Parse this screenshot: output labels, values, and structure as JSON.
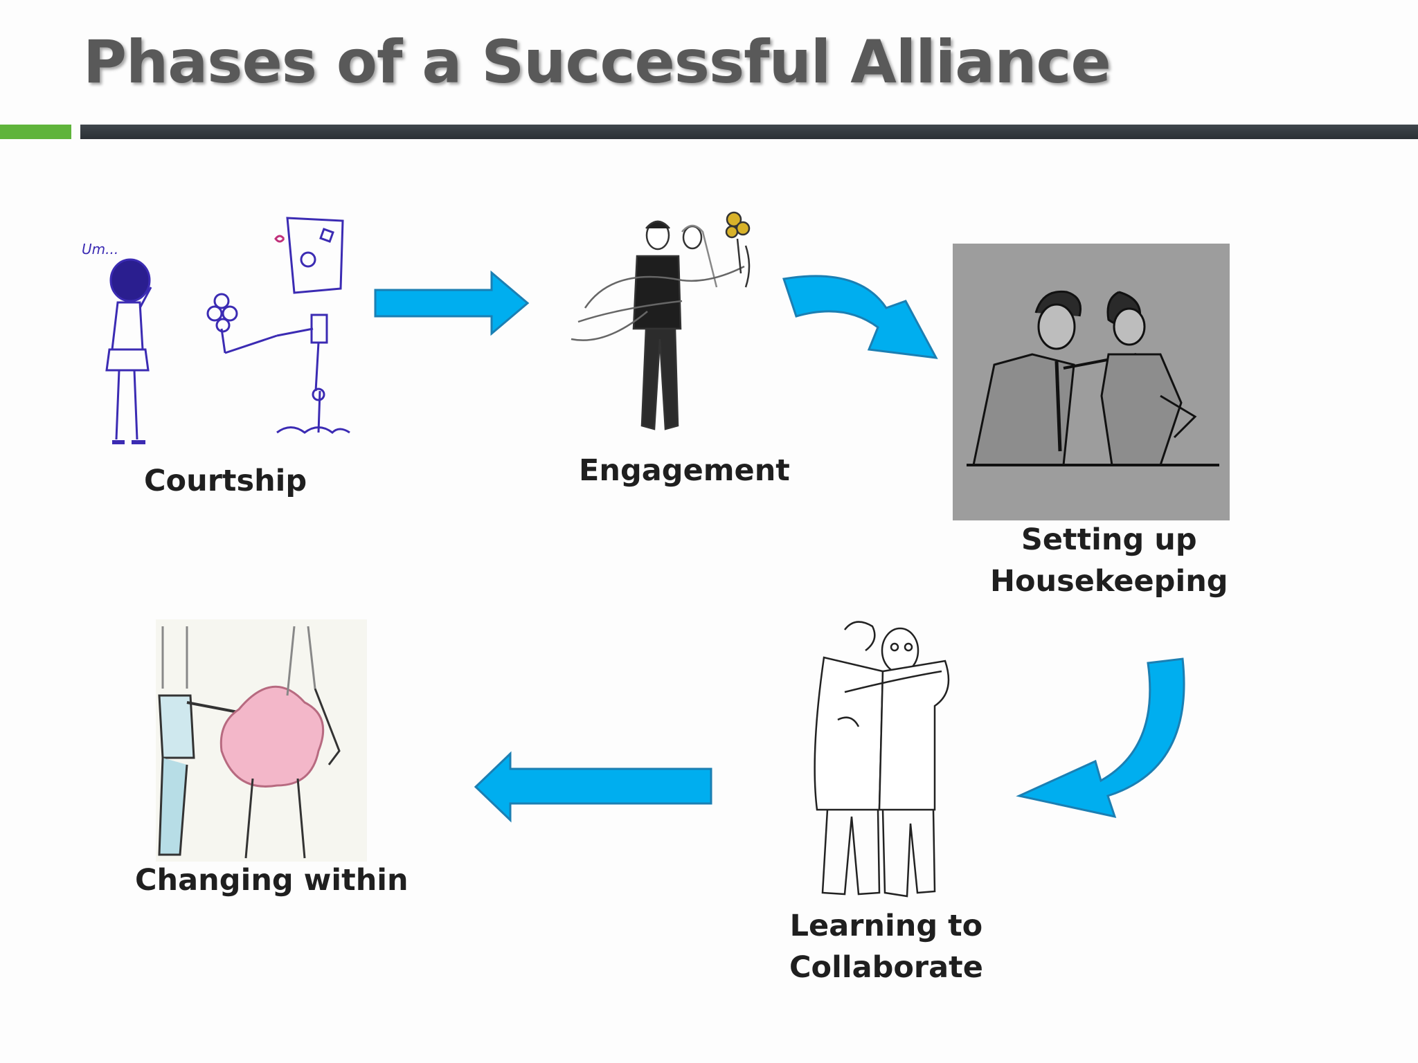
{
  "slide": {
    "title": "Phases of a Successful Alliance"
  },
  "phases": [
    {
      "label": "Courtship"
    },
    {
      "label": "Engagement"
    },
    {
      "label_lines": [
        "Setting up",
        "Housekeeping"
      ]
    },
    {
      "label_lines": [
        "Learning to",
        "Collaborate"
      ]
    },
    {
      "label": "Changing within"
    }
  ],
  "illustrations": {
    "courtship_speech": "Um..."
  },
  "colors": {
    "arrow_fill": "#00aeef",
    "arrow_stroke": "#1b7fb3",
    "accent_green": "#5fb43b",
    "title_text": "#595959"
  }
}
